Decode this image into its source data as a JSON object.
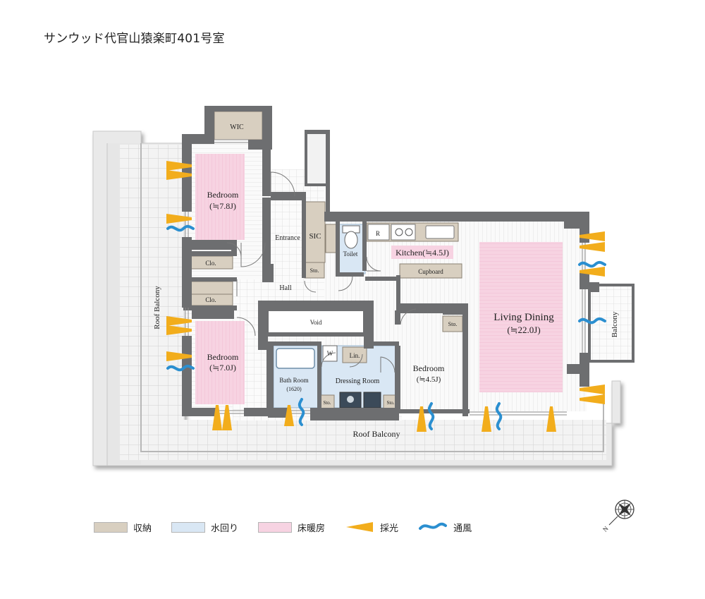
{
  "title": "サンウッド代官山猿楽町401号室",
  "rooms": {
    "wic": "WIC",
    "bedroom1": "Bedroom",
    "bedroom1_size": "(≒7.8J)",
    "entrance": "Entrance",
    "sic": "SIC",
    "toilet": "Toilet",
    "kitchen": "Kitchen(≒4.5J)",
    "refrigerator": "R",
    "sto1": "Sto.",
    "cupboard": "Cupboard",
    "clo1": "Clo.",
    "clo2": "Clo.",
    "hall": "Hall",
    "living": "Living Dining",
    "living_size": "(≒22.0J)",
    "void": "Void",
    "sto2": "Sto.",
    "bedroom2": "Bedroom",
    "bedroom2_size": "(≒7.0J)",
    "washer": "W",
    "linen": "Lin.",
    "bath": "Bath Room",
    "bath_size": "(1620)",
    "dressing": "Dressing Room",
    "sto3": "Sto.",
    "sto4": "Sto.",
    "bedroom3": "Bedroom",
    "bedroom3_size": "(≒4.5J)",
    "roof_balcony_left": "Roof Balcony",
    "roof_balcony_bottom": "Roof Balcony",
    "balcony": "Balcony"
  },
  "legend": [
    {
      "label": "収納",
      "color": "#d8cfc0",
      "icon": "swatch"
    },
    {
      "label": "水回り",
      "color": "#d9e7f4",
      "icon": "swatch"
    },
    {
      "label": "床暖房",
      "color": "#f7d3e2",
      "icon": "swatch"
    },
    {
      "label": "採光",
      "color": "#f2ad1c",
      "icon": "light-icon"
    },
    {
      "label": "通風",
      "color": "#2b8fd0",
      "icon": "wind-icon"
    }
  ],
  "compass": {
    "label": "N"
  },
  "colors": {
    "wall": "#6d6e70",
    "storage": "#d8cfc0",
    "wet": "#d9e7f4",
    "heating": "#f7d3e2",
    "light": "#f2ad1c",
    "wind": "#2b8fd0",
    "balcony_floor": "#f1f1f1"
  }
}
